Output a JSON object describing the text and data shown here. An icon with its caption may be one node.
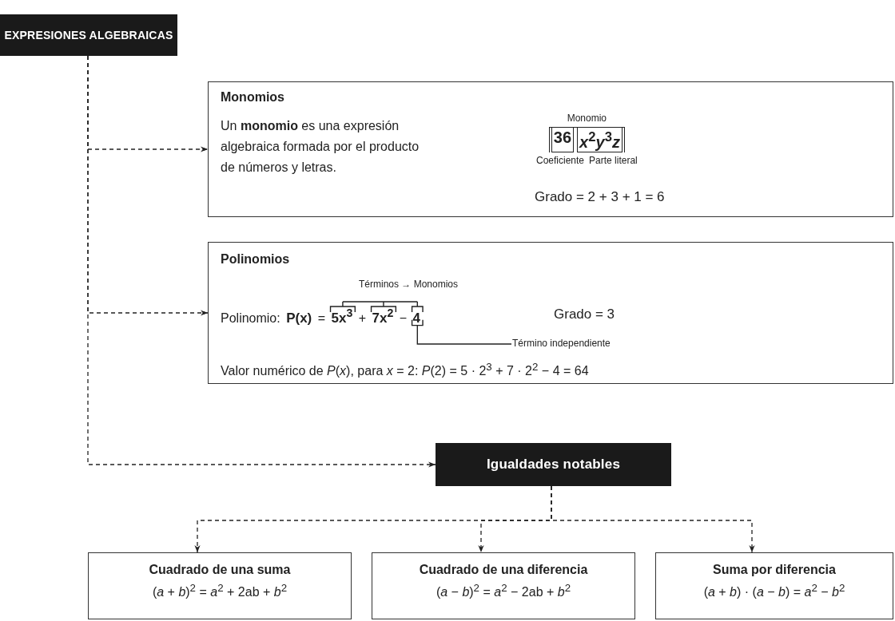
{
  "diagram": {
    "nodes": [
      {
        "text": [
          "EXPRESIONES ALGEBRAICAS"
        ]
      },
      {
        "text": [
          "Monomios",
          "Un **monomio** es una expresión algebraica formada por el producto de números y letras.",
          "Monomio",
          "36",
          "*x*$^{2}$*y*$^{3}$*z*",
          "Coeficiente",
          "Parte literal",
          "Grado = 2 + 3 + 1 = 6"
        ]
      },
      {
        "text": [
          "Polinomios",
          "Términos → Monomios",
          "Polinomio: **P(x)** = **5x$^{3}$** + **7x$^{2}$** − **4**",
          "Grado = 3",
          "Término independiente",
          "Valor numérico de *P*(*x*), para *x* = 2: *P*(2) = 5 · 2$^{3}$ + 7 · 2$^{2}$ − 4 = 64"
        ]
      },
      {
        "text": [
          "Igualdades notables"
        ]
      },
      {
        "text": [
          "Cuadrado de una suma",
          "(*a* + *b*)$^{2}$ = *a*$^{2}$ + 2ab + *b*$^{2}$"
        ]
      },
      {
        "text": [
          "Cuadrado de una diferencia",
          "(*a* − *b*)$^{2}$ = *a*$^{2}$ − 2ab + *b*$^{2}$"
        ]
      },
      {
        "text": [
          "Suma por diferencia",
          "(*a* + *b*) · (*a* − *b*) = *a*$^{2}$ − *b*$^{2}$"
        ]
      }
    ],
    "edges": [
      {
        "from": 0,
        "to": 1,
        "arrow": "to",
        "style": "dashed"
      },
      {
        "from": 0,
        "to": 2,
        "arrow": "to",
        "style": "dashed"
      },
      {
        "from": 0,
        "to": 3,
        "arrow": "to",
        "style": "dashed"
      },
      {
        "from": 3,
        "to": 4,
        "arrow": "to",
        "style": "dashed"
      },
      {
        "from": 3,
        "to": 5,
        "arrow": "to",
        "style": "dashed"
      },
      {
        "from": 3,
        "to": 6,
        "arrow": "to",
        "style": "dashed"
      }
    ]
  }
}
